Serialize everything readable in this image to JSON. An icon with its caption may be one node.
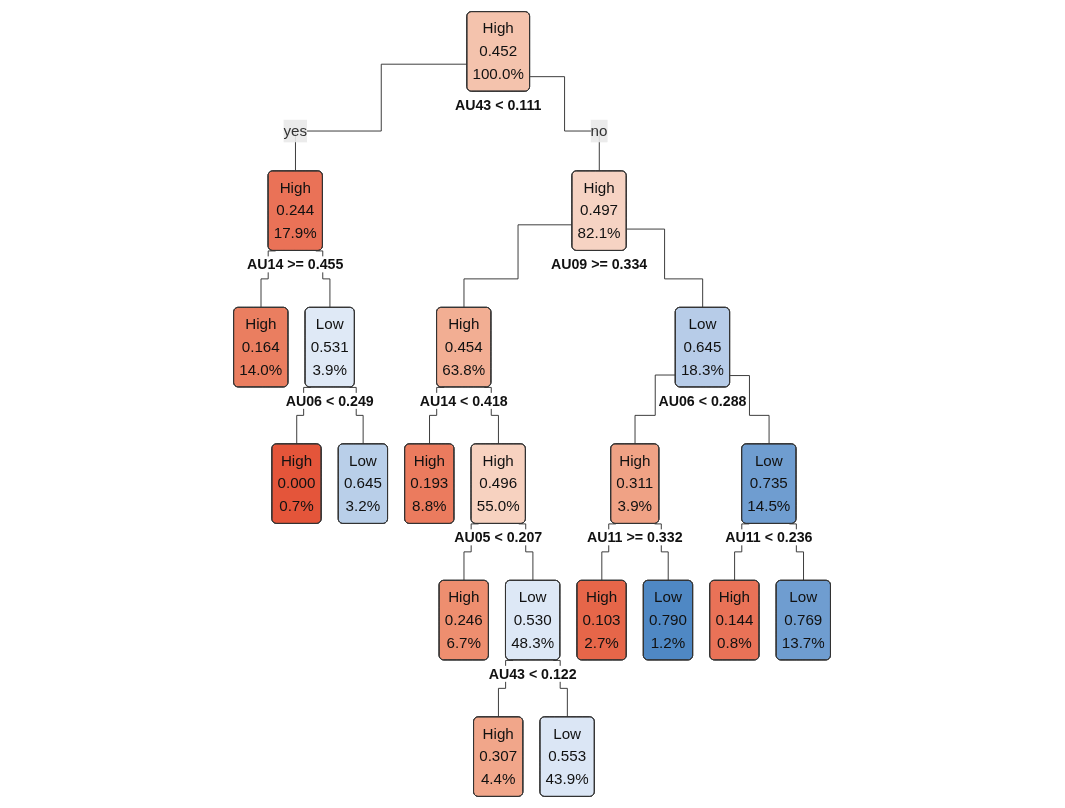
{
  "diagram": {
    "nodes": [
      {
        "text": [
          "High",
          "0.452",
          "100.0%"
        ],
        "beside": [
          "AU43 < 0.111"
        ]
      },
      {
        "text": [
          "High",
          "0.244",
          "17.9%"
        ],
        "beside": [
          "AU14 >= 0.455"
        ]
      },
      {
        "text": [
          "High",
          "0.497",
          "82.1%"
        ],
        "beside": [
          "AU09 >= 0.334"
        ]
      },
      {
        "text": [
          "Low",
          "0.531",
          "3.9%"
        ],
        "beside": [
          "AU06 < 0.249"
        ]
      },
      {
        "text": [
          "High",
          "0.454",
          "63.8%"
        ],
        "beside": [
          "AU14 < 0.418"
        ]
      },
      {
        "text": [
          "Low",
          "0.645",
          "18.3%"
        ],
        "beside": [
          "AU06 < 0.288"
        ]
      },
      {
        "text": [
          "High",
          "0.496",
          "55.0%"
        ],
        "beside": [
          "AU05 < 0.207"
        ]
      },
      {
        "text": [
          "High",
          "0.311",
          "3.9%"
        ],
        "beside": [
          "AU11 >= 0.332"
        ]
      },
      {
        "text": [
          "Low",
          "0.735",
          "14.5%"
        ],
        "beside": [
          "AU11 < 0.236"
        ]
      },
      {
        "text": [
          "Low",
          "0.530",
          "48.3%"
        ],
        "beside": [
          "AU43 < 0.122"
        ]
      },
      {
        "text": [
          "High",
          "0.164",
          "14.0%"
        ]
      },
      {
        "text": [
          "High",
          "0.000",
          "0.7%"
        ]
      },
      {
        "text": [
          "Low",
          "0.645",
          "3.2%"
        ]
      },
      {
        "text": [
          "High",
          "0.193",
          "8.8%"
        ]
      },
      {
        "text": [
          "High",
          "0.246",
          "6.7%"
        ]
      },
      {
        "text": [
          "High",
          "0.307",
          "4.4%"
        ]
      },
      {
        "text": [
          "Low",
          "0.553",
          "43.9%"
        ]
      },
      {
        "text": [
          "High",
          "0.103",
          "2.7%"
        ]
      },
      {
        "text": [
          "Low",
          "0.790",
          "1.2%"
        ]
      },
      {
        "text": [
          "High",
          "0.144",
          "0.8%"
        ]
      },
      {
        "text": [
          "Low",
          "0.769",
          "13.7%"
        ]
      }
    ],
    "edges": [
      {
        "from": 0,
        "to": 1,
        "arrow": "none",
        "label": "yes"
      },
      {
        "from": 0,
        "to": 2,
        "arrow": "none",
        "label": "no"
      },
      {
        "from": 1,
        "to": 10,
        "arrow": "none"
      },
      {
        "from": 1,
        "to": 3,
        "arrow": "none"
      },
      {
        "from": 3,
        "to": 11,
        "arrow": "none"
      },
      {
        "from": 3,
        "to": 12,
        "arrow": "none"
      },
      {
        "from": 2,
        "to": 4,
        "arrow": "none"
      },
      {
        "from": 2,
        "to": 5,
        "arrow": "none"
      },
      {
        "from": 4,
        "to": 13,
        "arrow": "none"
      },
      {
        "from": 4,
        "to": 6,
        "arrow": "none"
      },
      {
        "from": 6,
        "to": 14,
        "arrow": "none"
      },
      {
        "from": 6,
        "to": 9,
        "arrow": "none"
      },
      {
        "from": 9,
        "to": 15,
        "arrow": "none"
      },
      {
        "from": 9,
        "to": 16,
        "arrow": "none"
      },
      {
        "from": 5,
        "to": 7,
        "arrow": "none"
      },
      {
        "from": 5,
        "to": 8,
        "arrow": "none"
      },
      {
        "from": 7,
        "to": 17,
        "arrow": "none"
      },
      {
        "from": 7,
        "to": 18,
        "arrow": "none"
      },
      {
        "from": 8,
        "to": 19,
        "arrow": "none"
      },
      {
        "from": 8,
        "to": 20,
        "arrow": "none"
      }
    ]
  }
}
